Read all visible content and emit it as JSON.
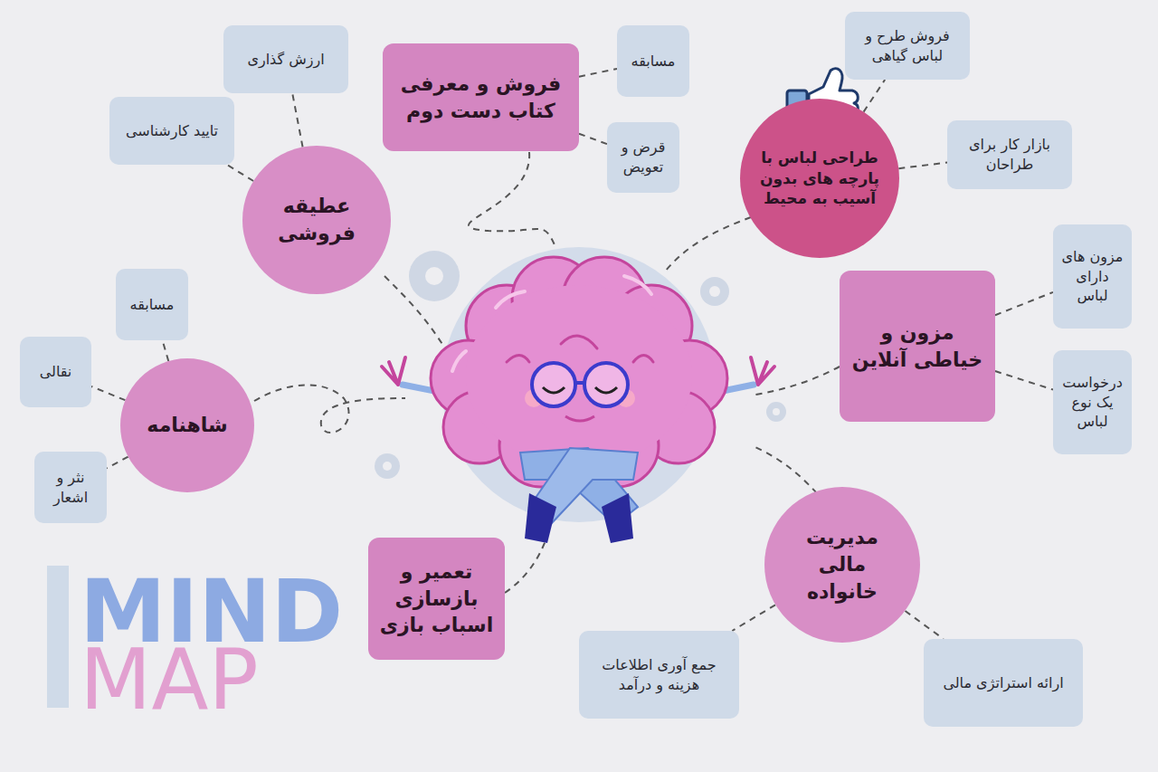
{
  "diagram": {
    "nodes": [
      {
        "text": [
          "عطیقه فروشی"
        ]
      },
      {
        "text": [
          "ارزش گذاری"
        ]
      },
      {
        "text": [
          "تایید کارشناسی"
        ]
      },
      {
        "text": [
          "فروش و معرفی کتاب دست دوم"
        ]
      },
      {
        "text": [
          "مسابقه"
        ]
      },
      {
        "text": [
          "قرض و تعویض"
        ]
      },
      {
        "text": [
          "طراحی لباس با پارچه های بدون آسیب به محیط"
        ]
      },
      {
        "text": [
          "فروش طرح و لباس گیاهی"
        ]
      },
      {
        "text": [
          "بازار کار برای طراحان"
        ]
      },
      {
        "text": [
          "شاهنامه"
        ]
      },
      {
        "text": [
          "مسابقه"
        ]
      },
      {
        "text": [
          "نقالی"
        ]
      },
      {
        "text": [
          "نثر و اشعار"
        ]
      },
      {
        "text": [
          "مزون و خیاطی آنلاین"
        ]
      },
      {
        "text": [
          "مزون های دارای لباس"
        ]
      },
      {
        "text": [
          "درخواست یک نوع لباس"
        ]
      },
      {
        "text": [
          "تعمیر و بازسازی اسباب بازی"
        ]
      },
      {
        "text": [
          "مدیریت مالی خانواده"
        ]
      },
      {
        "text": [
          "جمع آوری اطلاعات هزینه و درآمد"
        ]
      },
      {
        "text": [
          "ارائه استراتژی مالی"
        ]
      }
    ],
    "edges": [
      {
        "from": 0,
        "to": 1,
        "arrow": "none"
      },
      {
        "from": 0,
        "to": 2,
        "arrow": "none"
      },
      {
        "from": 3,
        "to": 4,
        "arrow": "none"
      },
      {
        "from": 3,
        "to": 5,
        "arrow": "none"
      },
      {
        "from": 6,
        "to": 7,
        "arrow": "none"
      },
      {
        "from": 6,
        "to": 8,
        "arrow": "none"
      },
      {
        "from": 9,
        "to": 10,
        "arrow": "none"
      },
      {
        "from": 9,
        "to": 11,
        "arrow": "none"
      },
      {
        "from": 9,
        "to": 12,
        "arrow": "none"
      },
      {
        "from": 13,
        "to": 14,
        "arrow": "none"
      },
      {
        "from": 13,
        "to": 15,
        "arrow": "none"
      },
      {
        "from": 17,
        "to": 18,
        "arrow": "none"
      },
      {
        "from": 17,
        "to": 19,
        "arrow": "none"
      }
    ],
    "labels": [
      "MIND",
      "MAP"
    ]
  }
}
